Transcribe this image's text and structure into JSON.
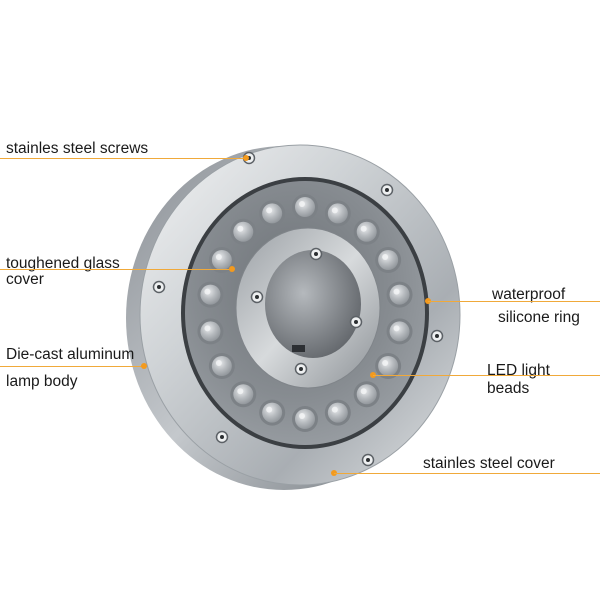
{
  "callouts": {
    "screws": "stainles steel screws",
    "glass_line1": "toughened glass",
    "glass_line2": "cover",
    "body_line1": "Die-cast aluminum",
    "body_line2": "lamp body",
    "ring_line1": "waterproof",
    "ring_line2": "silicone ring",
    "led_line1": "LED light",
    "led_line2": "beads",
    "cover": "stainles steel cover"
  },
  "colors": {
    "leader": "#f0a93a",
    "dot": "#f39a1e",
    "text": "#1a1a1a",
    "steel": "#c9cdd1",
    "glass": "#8f9499"
  },
  "led_bead_count": 18,
  "screw_count": 10
}
